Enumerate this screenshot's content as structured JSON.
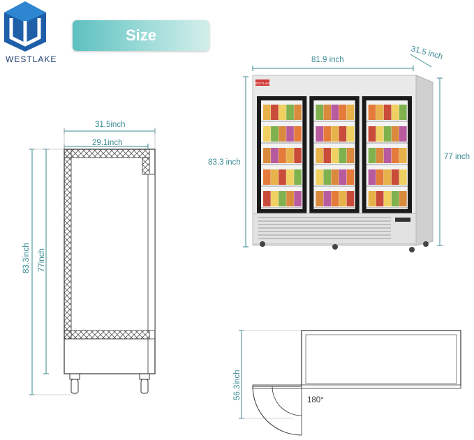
{
  "brand": {
    "name": "WESTLAKE",
    "logo_icon": "westlake-logo-icon"
  },
  "header": {
    "title": "Size"
  },
  "side_view": {
    "outer_width": "31.5inch",
    "inner_width": "29.1inch",
    "total_height": "83.3inch",
    "cabinet_height": "77inch"
  },
  "front_view": {
    "width": "81.9 inch",
    "depth": "31.5 inch",
    "total_height": "83.3 inch",
    "cabinet_height": "77 inch",
    "nameplate": "WESTLAKE",
    "door_count": 3
  },
  "top_view": {
    "door_clearance": "56.3inch",
    "swing_angle": "180°"
  },
  "colors": {
    "brand_blue": "#1f5fa8",
    "dimension_teal": "#3a8a92",
    "badge_teal": "#5dc0c0"
  }
}
